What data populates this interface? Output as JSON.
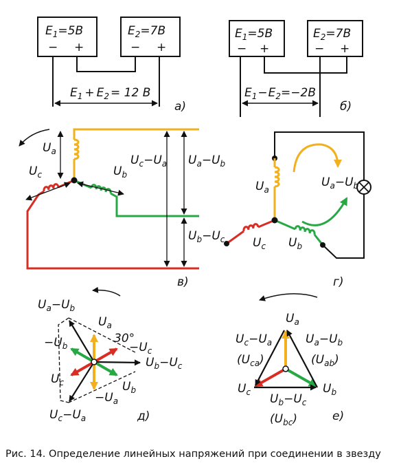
{
  "caption": "Рис. 14. Определение линейных напряжений при соединении в звезду",
  "panel_a": {
    "letter": "а)",
    "src1": {
      "E": "E",
      "sub": "1",
      "val": "=5В",
      "minus": "−",
      "plus": "+"
    },
    "src2": {
      "E": "E",
      "sub": "2",
      "val": "=7В",
      "minus": "−",
      "plus": "+"
    },
    "result": {
      "e1": "E",
      "s1": "1",
      "op": "+",
      "e2": "E",
      "s2": "2",
      "val": "= 12 В"
    }
  },
  "panel_b": {
    "letter": "б)",
    "src1": {
      "E": "E",
      "sub": "1",
      "val": "=5В",
      "minus": "−",
      "plus": "+"
    },
    "src2": {
      "E": "E",
      "sub": "2",
      "val": "=7В",
      "minus": "−",
      "plus": "+"
    },
    "result": {
      "e1": "E",
      "s1": "1",
      "op": "−",
      "e2": "E",
      "s2": "2",
      "val": "=−2В"
    }
  },
  "panel_v": {
    "letter": "в)",
    "ua": {
      "U": "U",
      "s": "a"
    },
    "uc": {
      "U": "U",
      "s": "c"
    },
    "ub": {
      "U": "U",
      "s": "b"
    },
    "uc_ua": {
      "U1": "U",
      "s1": "c",
      "op": "−",
      "U2": "U",
      "s2": "a"
    },
    "ua_ub": {
      "U1": "U",
      "s1": "a",
      "op": "−",
      "U2": "U",
      "s2": "b"
    },
    "ub_uc": {
      "U1": "U",
      "s1": "b",
      "op": "−",
      "U2": "U",
      "s2": "c"
    }
  },
  "panel_g": {
    "letter": "г)",
    "ua": {
      "U": "U",
      "s": "a"
    },
    "uc": {
      "U": "U",
      "s": "c"
    },
    "ub": {
      "U": "U",
      "s": "b"
    },
    "ua_ub": {
      "U1": "U",
      "s1": "a",
      "op": "−",
      "U2": "U",
      "s2": "b"
    }
  },
  "panel_d": {
    "letter": "д)",
    "angle": "30°",
    "ua_ub": {
      "U1": "U",
      "s1": "a",
      "op": "−",
      "U2": "U",
      "s2": "b"
    },
    "ua": {
      "U": "U",
      "s": "a"
    },
    "neg_ub": {
      "neg": "−",
      "U": "U",
      "s": "b"
    },
    "neg_uc": {
      "neg": "−",
      "U": "U",
      "s": "c"
    },
    "ub_uc": {
      "U1": "U",
      "s1": "b",
      "op": "−",
      "U2": "U",
      "s2": "c"
    },
    "uc": {
      "U": "U",
      "s": "c"
    },
    "ub": {
      "U": "U",
      "s": "b"
    },
    "neg_ua": {
      "neg": "−",
      "U": "U",
      "s": "a"
    },
    "uc_ua": {
      "U1": "U",
      "s1": "c",
      "op": "−",
      "U2": "U",
      "s2": "a"
    }
  },
  "panel_e": {
    "letter": "е)",
    "ua": {
      "U": "U",
      "s": "a"
    },
    "uc_ua": {
      "U1": "U",
      "s1": "c",
      "op": "−",
      "U2": "U",
      "s2": "a"
    },
    "uca": {
      "open": "(",
      "U": "U",
      "s": "ca",
      "close": ")"
    },
    "ua_ub": {
      "U1": "U",
      "s1": "a",
      "op": "−",
      "U2": "U",
      "s2": "b"
    },
    "uab": {
      "open": "(",
      "U": "U",
      "s": "ab",
      "close": ")"
    },
    "uc": {
      "U": "U",
      "s": "c"
    },
    "ub": {
      "U": "U",
      "s": "b"
    },
    "ub_uc": {
      "U1": "U",
      "s1": "b",
      "op": "−",
      "U2": "U",
      "s2": "c"
    },
    "ubc": {
      "open": "(",
      "U": "U",
      "s": "bc",
      "close": ")"
    }
  },
  "colors": {
    "phase_a": "#f2b01e",
    "phase_b": "#27a844",
    "phase_c": "#d92d24",
    "ink": "#111111"
  }
}
